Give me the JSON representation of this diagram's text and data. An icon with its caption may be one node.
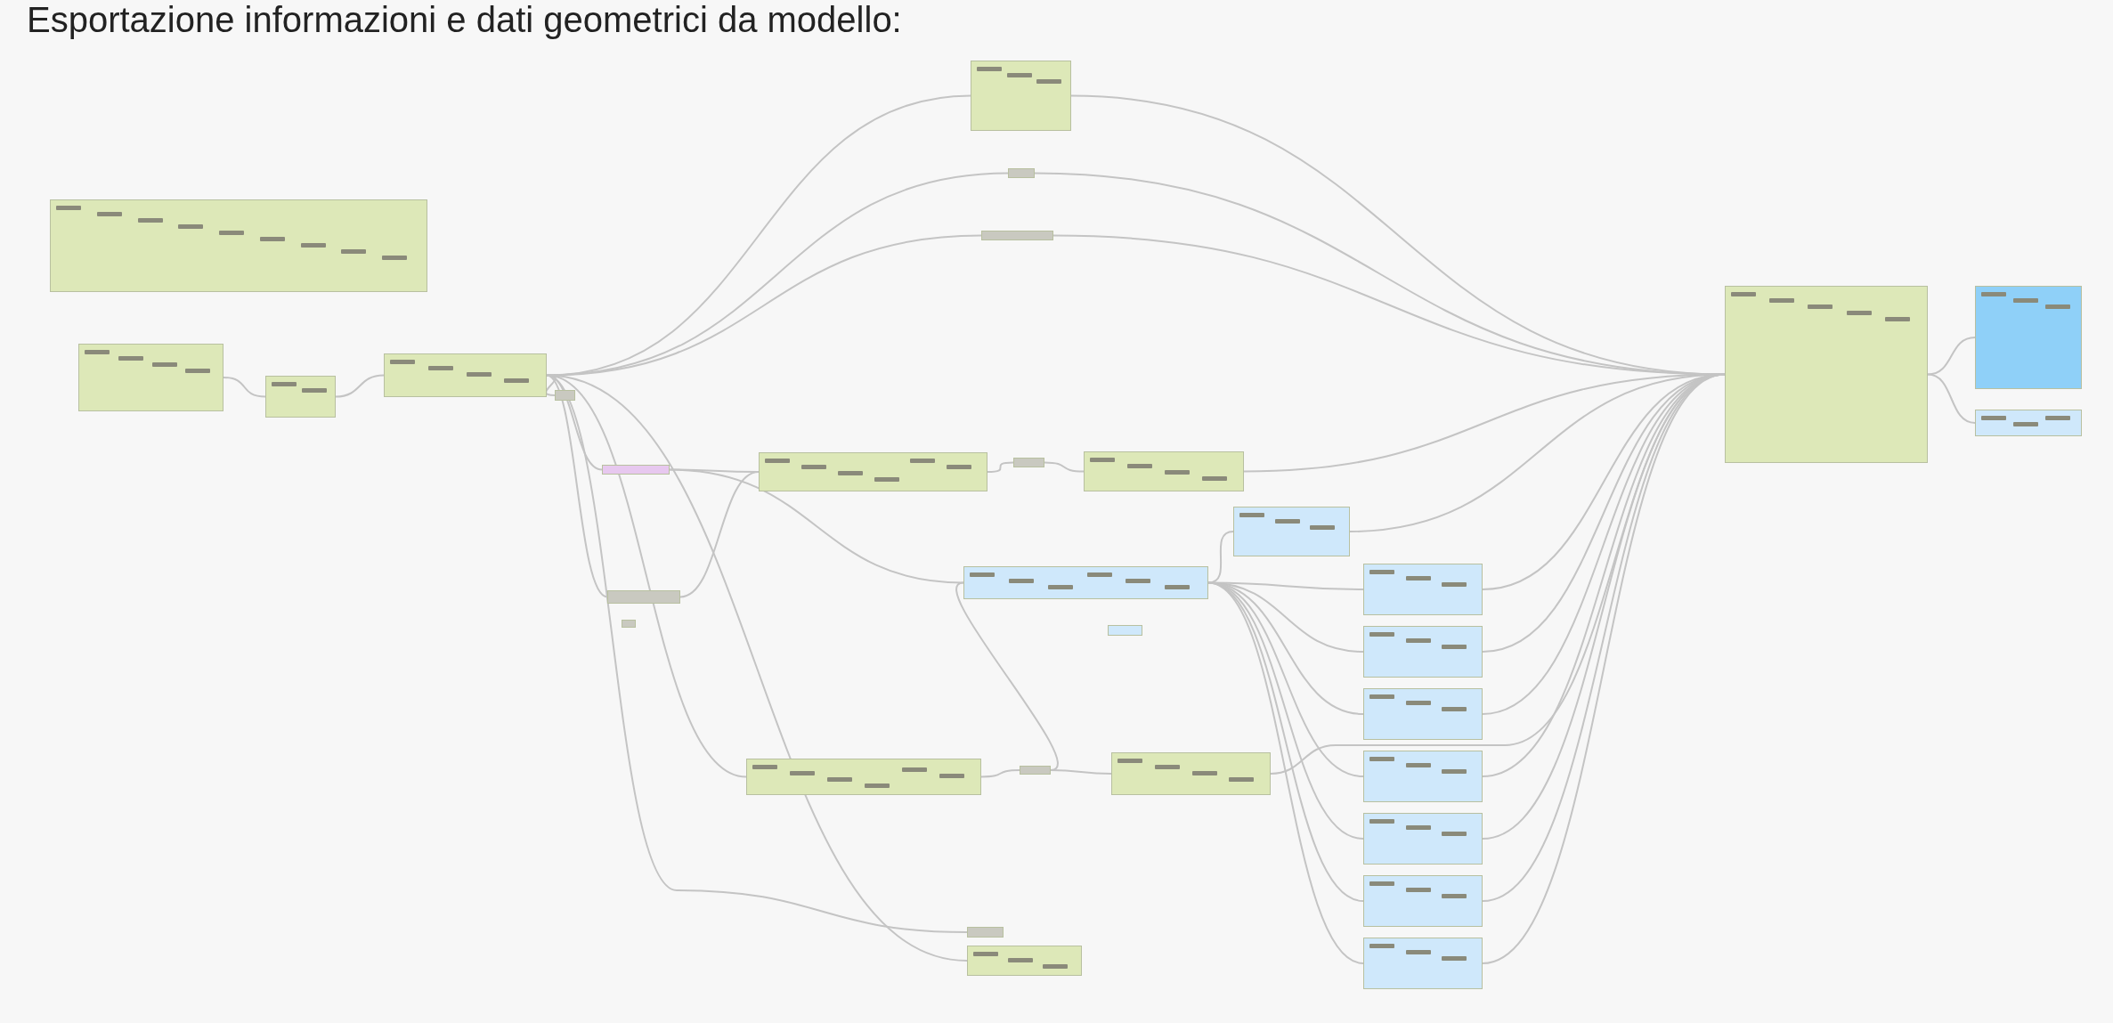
{
  "diagram": {
    "title": "Esportazione informazioni e dati geometrici da modello:",
    "nodes": [
      {
        "text": [],
        "shape": "box"
      },
      {
        "text": [],
        "shape": "box"
      },
      {
        "text": [],
        "shape": "box"
      },
      {
        "text": [],
        "shape": "box"
      },
      {
        "text": [],
        "shape": "box"
      },
      {
        "text": [],
        "shape": "box"
      },
      {
        "text": [],
        "shape": "box"
      },
      {
        "text": [],
        "shape": "box"
      },
      {
        "text": [],
        "shape": "box"
      },
      {
        "text": [],
        "shape": "box"
      },
      {
        "text": [],
        "shape": "box"
      },
      {
        "text": [],
        "shape": "box"
      },
      {
        "text": [],
        "shape": "box"
      },
      {
        "text": [],
        "shape": "box"
      },
      {
        "text": [],
        "shape": "box"
      },
      {
        "text": [],
        "shape": "box"
      },
      {
        "text": [],
        "shape": "box"
      },
      {
        "text": [],
        "shape": "box"
      },
      {
        "text": [],
        "shape": "box"
      },
      {
        "text": [],
        "shape": "box"
      },
      {
        "text": [],
        "shape": "box"
      },
      {
        "text": [],
        "shape": "box"
      },
      {
        "text": [],
        "shape": "box"
      },
      {
        "text": [],
        "shape": "box"
      },
      {
        "text": [],
        "shape": "box"
      },
      {
        "text": [],
        "shape": "box"
      },
      {
        "text": [],
        "shape": "box"
      },
      {
        "text": [],
        "shape": "box"
      },
      {
        "text": [],
        "shape": "box"
      },
      {
        "text": [],
        "shape": "box"
      },
      {
        "text": [],
        "shape": "box"
      },
      {
        "text": [],
        "shape": "box"
      }
    ],
    "edges": [
      {
        "from": 1,
        "to": 2,
        "arrow": "none"
      },
      {
        "from": 2,
        "to": 3,
        "arrow": "none"
      },
      {
        "from": 3,
        "to": 5,
        "arrow": "none"
      },
      {
        "from": 3,
        "to": 6,
        "arrow": "none"
      },
      {
        "from": 3,
        "to": 7,
        "arrow": "none"
      },
      {
        "from": 3,
        "to": 4,
        "arrow": "none"
      },
      {
        "from": 5,
        "to": 29,
        "arrow": "none"
      },
      {
        "from": 6,
        "to": 29,
        "arrow": "none"
      },
      {
        "from": 7,
        "to": 29,
        "arrow": "none"
      },
      {
        "from": 3,
        "to": 8,
        "arrow": "none"
      },
      {
        "from": 3,
        "to": 14,
        "arrow": "none"
      },
      {
        "from": 3,
        "to": 17,
        "arrow": "none"
      },
      {
        "from": 3,
        "to": 20,
        "arrow": "none"
      },
      {
        "from": 3,
        "to": 21,
        "arrow": "none"
      },
      {
        "from": 8,
        "to": 9,
        "arrow": "none"
      },
      {
        "from": 8,
        "to": 13,
        "arrow": "none"
      },
      {
        "from": 14,
        "to": 9,
        "arrow": "none"
      },
      {
        "from": 9,
        "to": 10,
        "arrow": "none"
      },
      {
        "from": 10,
        "to": 11,
        "arrow": "none"
      },
      {
        "from": 11,
        "to": 29,
        "arrow": "none"
      },
      {
        "from": 12,
        "to": 29,
        "arrow": "none"
      },
      {
        "from": 13,
        "to": 12,
        "arrow": "none"
      },
      {
        "from": 13,
        "to": 22,
        "arrow": "none"
      },
      {
        "from": 13,
        "to": 23,
        "arrow": "none"
      },
      {
        "from": 13,
        "to": 24,
        "arrow": "none"
      },
      {
        "from": 13,
        "to": 25,
        "arrow": "none"
      },
      {
        "from": 13,
        "to": 26,
        "arrow": "none"
      },
      {
        "from": 13,
        "to": 27,
        "arrow": "none"
      },
      {
        "from": 13,
        "to": 28,
        "arrow": "none"
      },
      {
        "from": 22,
        "to": 29,
        "arrow": "none"
      },
      {
        "from": 23,
        "to": 29,
        "arrow": "none"
      },
      {
        "from": 24,
        "to": 29,
        "arrow": "none"
      },
      {
        "from": 25,
        "to": 29,
        "arrow": "none"
      },
      {
        "from": 26,
        "to": 29,
        "arrow": "none"
      },
      {
        "from": 27,
        "to": 29,
        "arrow": "none"
      },
      {
        "from": 28,
        "to": 29,
        "arrow": "none"
      },
      {
        "from": 17,
        "to": 18,
        "arrow": "none"
      },
      {
        "from": 18,
        "to": 19,
        "arrow": "none"
      },
      {
        "from": 18,
        "to": 13,
        "arrow": "none"
      },
      {
        "from": 19,
        "to": 29,
        "arrow": "none"
      },
      {
        "from": 29,
        "to": 30,
        "arrow": "none"
      },
      {
        "from": 29,
        "to": 31,
        "arrow": "none"
      }
    ]
  }
}
